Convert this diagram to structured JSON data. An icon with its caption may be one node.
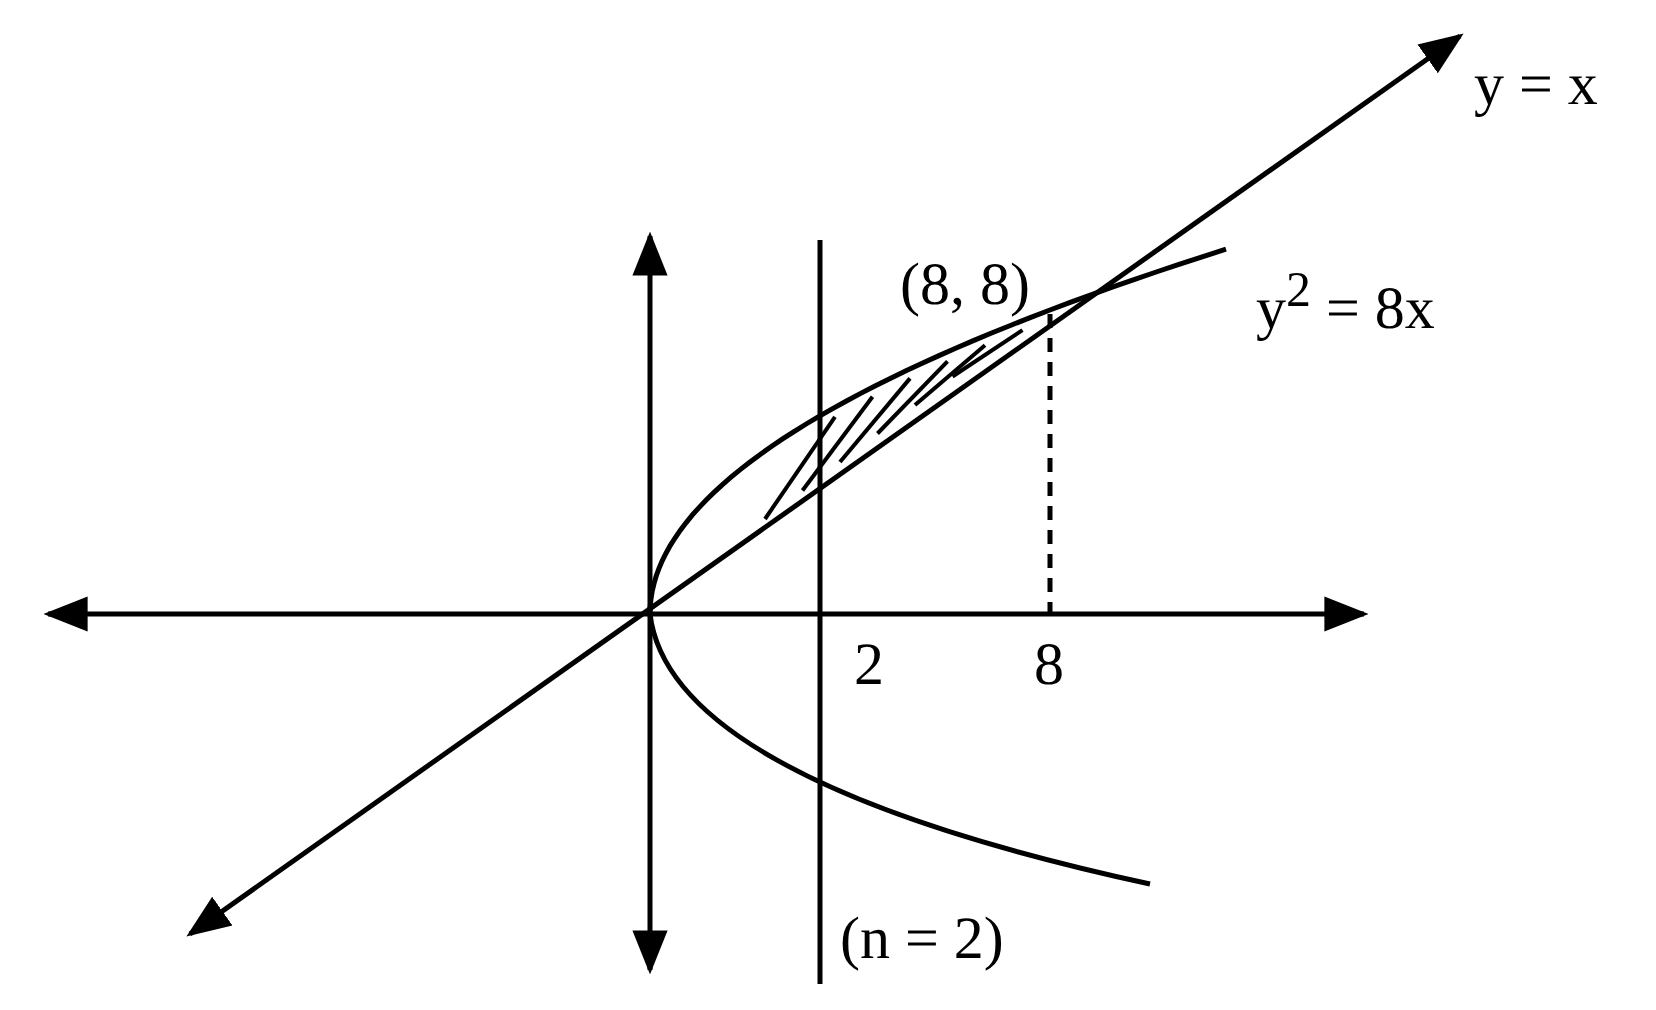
{
  "diagram": {
    "labels": [
      "y = x",
      "(8, 8)",
      "y$^{2}$ = 8x",
      "2",
      "8",
      "(n = 2)"
    ]
  }
}
